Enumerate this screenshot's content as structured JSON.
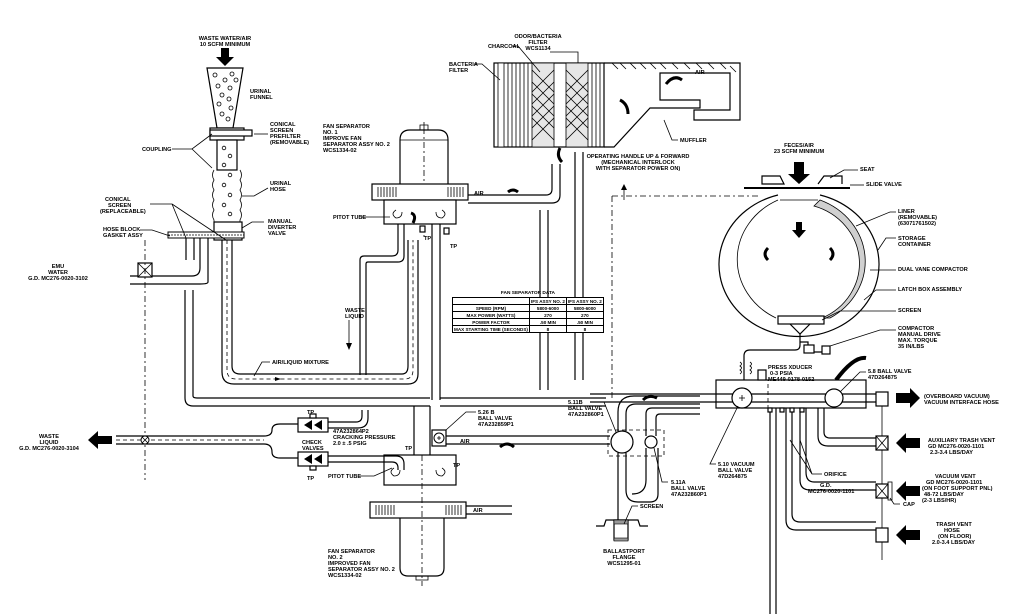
{
  "diagram": {
    "title": "Waste Collection System Schematic",
    "inlets": {
      "waste_water_air": [
        "WASTE WATER/AIR",
        "10 SCFM MINIMUM"
      ],
      "feces_air": [
        "FECES/AIR",
        "23 SCFM MINIMUM"
      ]
    },
    "labels": {
      "urinal_funnel": [
        "URINAL",
        "FUNNEL"
      ],
      "conical_screen_prefilter": [
        "CONICAL",
        "SCREEN",
        "PREFILTER",
        "(REMOVABLE)"
      ],
      "coupling": "COUPLING",
      "urinal_hose": [
        "URINAL",
        "HOSE"
      ],
      "conical_screen_replaceable": [
        "CONICAL",
        "SCREEN",
        "(REPLACEABLE)"
      ],
      "hose_block_gasket": [
        "HOSE BLOCK",
        "GASKET ASSY"
      ],
      "manual_diverter_valve": [
        "MANUAL",
        "DIVERTER",
        "VALVE"
      ],
      "ehmu_water": [
        "EMU",
        "WATER",
        "G.D. MC276-0020-3102"
      ],
      "fan_separator_1": [
        "FAN SEPARATOR",
        "NO. 1",
        "IMPROVE FAN",
        "SEPARATOR ASSY NO. 2",
        "WCS1334-02"
      ],
      "fan_separator_2": [
        "FAN SEPARATOR",
        "NO. 2",
        "IMPROVED FAN",
        "SEPARATOR ASSY NO. 2",
        "WCS1334-02"
      ],
      "pitot_tube": "PITOT TUBE",
      "tp": "TP",
      "air": "AIR",
      "waste_liquid_flow": [
        "WASTE",
        "LIQUID"
      ],
      "air_liquid_mixture": "AIR/LIQUID MIXTURE",
      "bacteria_filter": [
        "BACTERIA",
        "FILTER"
      ],
      "charcoal": "CHARCOAL",
      "odor_bacteria_filter": [
        "ODOR/BACTERIA",
        "FILTER",
        "WCS1134"
      ],
      "muffler": "MUFFLER",
      "operating_handle": [
        "OPERATING HANDLE UP & FORWARD",
        "(MECHANICAL INTERLOCK",
        "WITH SEPARATOR POWER ON)"
      ],
      "seat": "SEAT",
      "slide_valve": "SLIDE VALVE",
      "liner": [
        "LINER",
        "(REMOVABLE)",
        "(63071761502)"
      ],
      "storage_container": [
        "STORAGE",
        "CONTAINER"
      ],
      "dual_vane_compactor": "DUAL VANE COMPACTOR",
      "latch_box": "LATCH BOX ASSEMBLY",
      "screen": "SCREEN",
      "compactor_drive": [
        "COMPACTOR",
        "MANUAL DRIVE",
        "MAX. TORQUE",
        "35 IN/LBS"
      ],
      "press_xducer": [
        "PRESS XDUCER",
        "0-3 PSIA",
        "ME449-0178-0152"
      ],
      "ball_valve_58": [
        "5.8 BALL VALVE",
        "47D264875"
      ],
      "overboard_vacuum": [
        "(OVERBOARD VACUUM)",
        "VACUUM INTERFACE HOSE"
      ],
      "aux_trash_vent": [
        "AUXILIARY TRASH VENT",
        "GD MC276-0020-1101",
        "2.3-3.4 LBS/DAY"
      ],
      "orifice": "ORIFICE",
      "gd_orifice": [
        "G.D.",
        "MC276-0020-1101"
      ],
      "vacuum_vent": [
        "VACUUM VENT",
        "GD MC276-0020-1101",
        "(ON FOOT SUPPORT PNL)",
        "48-72 LBS/DAY",
        "(2-3 LBS/HR)"
      ],
      "cap": "CAP",
      "trash_vent_hose": [
        "TRASH VENT",
        "HOSE",
        "(ON FLOOR)",
        "2.0-3.4 LBS/DAY"
      ],
      "ball_valve_510": [
        "5.10 VACUUM",
        "BALL VALVE",
        "47D264875"
      ],
      "ball_valve_511b": [
        "5.11B",
        "BALL VALVE",
        "47A232860P1"
      ],
      "ball_valve_511a": [
        "5.11A",
        "BALL VALVE",
        "47A232860P1"
      ],
      "ball_valve_526b": [
        "5.26 B",
        "BALL VALVE",
        "47A232859P1"
      ],
      "ballastport_flange": [
        "BALLASTPORT",
        "FLANGE",
        "WCS1295-01"
      ],
      "waste_liquid_out": [
        "WASTE",
        "LIQUID",
        "G.D. MC276-0020-3104"
      ],
      "check_valves": [
        "CHECK",
        "VALVES"
      ],
      "check_valve_spec": [
        "47A232864P2",
        "CRACKING PRESSURE",
        "2.0 ± .5 PSIG"
      ]
    },
    "fan_table": {
      "caption": "FAN SEPARATOR DATA",
      "headers": [
        "",
        "IFS ASSY NO. 2",
        "IFS ASSY NO. 2"
      ],
      "rows": [
        [
          "SPEED (RPM)",
          "5800-6000",
          "5800-6000"
        ],
        [
          "MAX POWER (WATTS)",
          "270",
          "270"
        ],
        [
          "POWER FACTOR",
          ".50 MIN",
          ".50 MIN"
        ],
        [
          "MAX STARTING TIME (SECONDS)",
          "8",
          "8"
        ]
      ]
    }
  }
}
